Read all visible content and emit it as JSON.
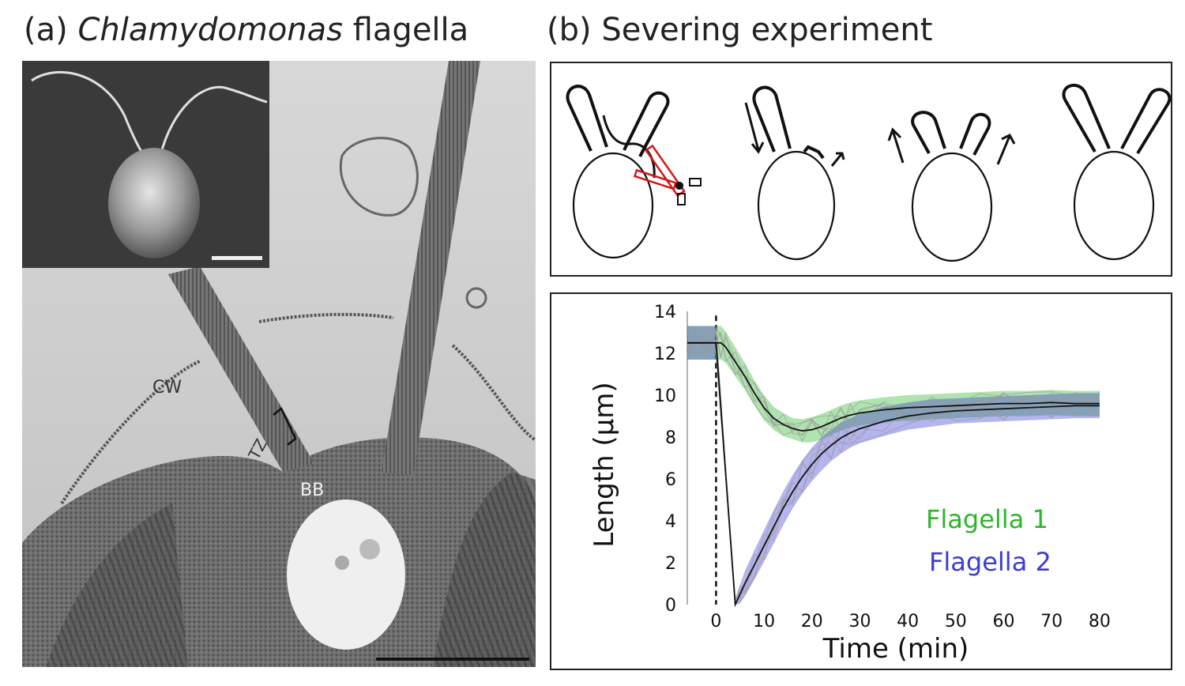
{
  "panel_a": {
    "label": "(a)",
    "title_italic": "Chlamydomonas",
    "title_rest": "flagella",
    "annotations": {
      "cw": "CW",
      "tz": "TZ",
      "bb": "BB"
    }
  },
  "panel_b": {
    "label": "(b)",
    "title": "Severing experiment"
  },
  "chart_data": {
    "type": "line",
    "xlabel": "Time (min)",
    "ylabel": "Length (μm)",
    "xlim": [
      -6,
      82
    ],
    "ylim": [
      0,
      14
    ],
    "x_ticks": [
      0,
      10,
      20,
      30,
      40,
      50,
      60,
      70,
      80
    ],
    "y_ticks": [
      0,
      2,
      4,
      6,
      8,
      10,
      12,
      14
    ],
    "grid": false,
    "legend_placement": "bottom-right",
    "annotation": "dashed vertical line at t = 0 (severing)",
    "series": [
      {
        "name": "Flagella 1",
        "color": "#2db52d",
        "x": [
          -6,
          -4,
          -2,
          0,
          1,
          2,
          4,
          6,
          8,
          10,
          12,
          14,
          16,
          18,
          20,
          22,
          24,
          26,
          28,
          30,
          35,
          40,
          45,
          50,
          55,
          60,
          65,
          70,
          75,
          80
        ],
        "mean": [
          12.5,
          12.5,
          12.5,
          12.5,
          12.5,
          12.3,
          11.6,
          10.9,
          10.1,
          9.4,
          8.9,
          8.6,
          8.4,
          8.3,
          8.35,
          8.5,
          8.7,
          8.9,
          9.05,
          9.15,
          9.3,
          9.4,
          9.45,
          9.5,
          9.55,
          9.6,
          9.6,
          9.65,
          9.6,
          9.6
        ],
        "sd": [
          0.8,
          0.8,
          0.8,
          0.8,
          0.8,
          0.75,
          0.7,
          0.65,
          0.6,
          0.6,
          0.55,
          0.55,
          0.5,
          0.55,
          0.6,
          0.6,
          0.6,
          0.6,
          0.6,
          0.6,
          0.6,
          0.6,
          0.6,
          0.6,
          0.6,
          0.6,
          0.6,
          0.6,
          0.6,
          0.6
        ]
      },
      {
        "name": "Flagella 2",
        "color": "#3b3bd6",
        "x": [
          -6,
          -4,
          -2,
          0,
          4,
          5,
          6,
          8,
          10,
          12,
          14,
          16,
          18,
          20,
          22,
          24,
          26,
          28,
          30,
          35,
          40,
          45,
          50,
          55,
          60,
          65,
          70,
          75,
          80
        ],
        "mean": [
          12.5,
          12.5,
          12.5,
          12.5,
          0,
          0.5,
          1.0,
          1.9,
          2.8,
          3.7,
          4.6,
          5.4,
          6.1,
          6.7,
          7.2,
          7.6,
          7.95,
          8.2,
          8.4,
          8.75,
          9.0,
          9.15,
          9.25,
          9.3,
          9.35,
          9.4,
          9.45,
          9.5,
          9.5
        ],
        "sd": [
          0.8,
          0.8,
          0.8,
          0.8,
          0.3,
          0.45,
          0.6,
          0.7,
          0.75,
          0.8,
          0.8,
          0.8,
          0.8,
          0.8,
          0.8,
          0.75,
          0.75,
          0.7,
          0.7,
          0.7,
          0.65,
          0.65,
          0.6,
          0.6,
          0.6,
          0.6,
          0.6,
          0.6,
          0.6
        ]
      }
    ]
  }
}
